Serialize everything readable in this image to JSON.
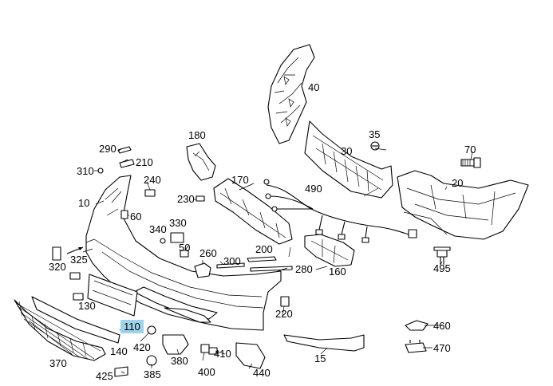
{
  "diagram": {
    "highlight_color": "#9fd3ea",
    "selected_part": "110",
    "labels": {
      "p10": "10",
      "p15": "15",
      "p20": "20",
      "p30": "30",
      "p35": "35",
      "p40": "40",
      "p50": "50",
      "p60": "60",
      "p70": "70",
      "p110": "110",
      "p130": "130",
      "p140": "140",
      "p160": "160",
      "p170": "170",
      "p180": "180",
      "p200": "200",
      "p210": "210",
      "p220": "220",
      "p230": "230",
      "p240": "240",
      "p260": "260",
      "p280": "280",
      "p290": "290",
      "p300": "300",
      "p310": "310",
      "p320": "320",
      "p325": "325",
      "p330": "330",
      "p340": "340",
      "p370": "370",
      "p380": "380",
      "p385": "385",
      "p400": "400",
      "p410": "410",
      "p420": "420",
      "p425": "425",
      "p440": "440",
      "p460": "460",
      "p470": "470",
      "p490": "490",
      "p495": "495"
    }
  }
}
